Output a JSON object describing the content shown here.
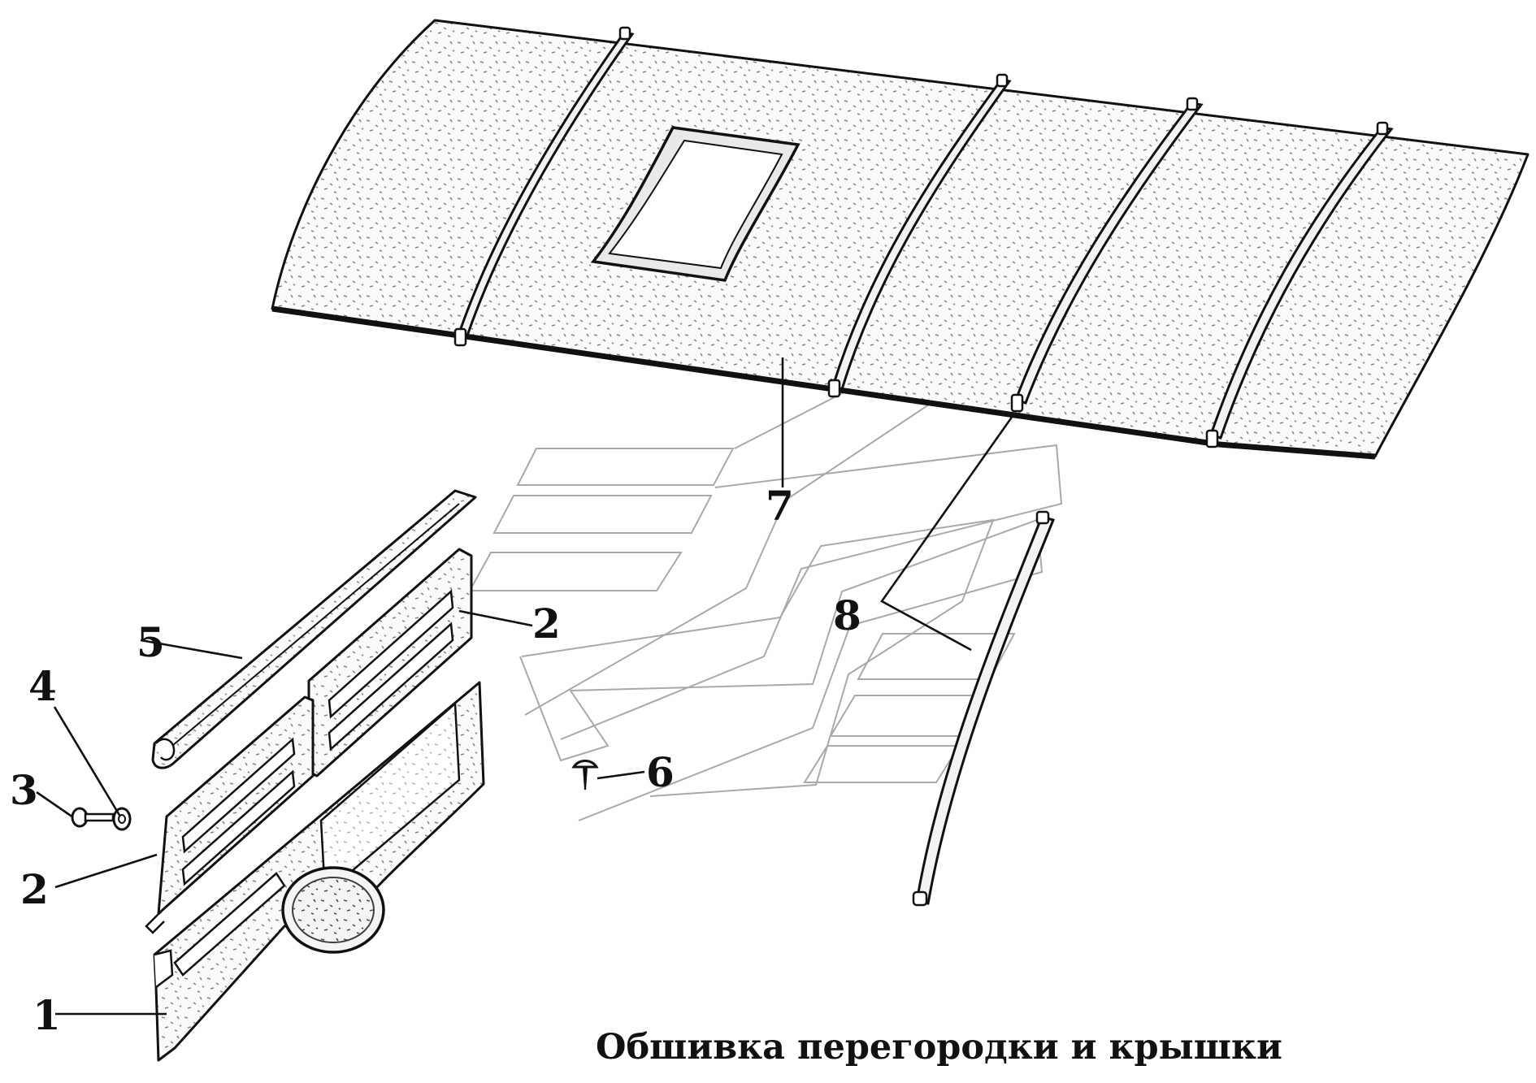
{
  "caption": "Обшивка перегородки и крышки",
  "callouts": {
    "c1": "1",
    "c2a": "2",
    "c2b": "2",
    "c3": "3",
    "c4": "4",
    "c5": "5",
    "c6": "6",
    "c7": "7",
    "c8": "8"
  },
  "colors": {
    "line": "#111111",
    "watermark": "#a9a9a9",
    "background": "#ffffff"
  }
}
